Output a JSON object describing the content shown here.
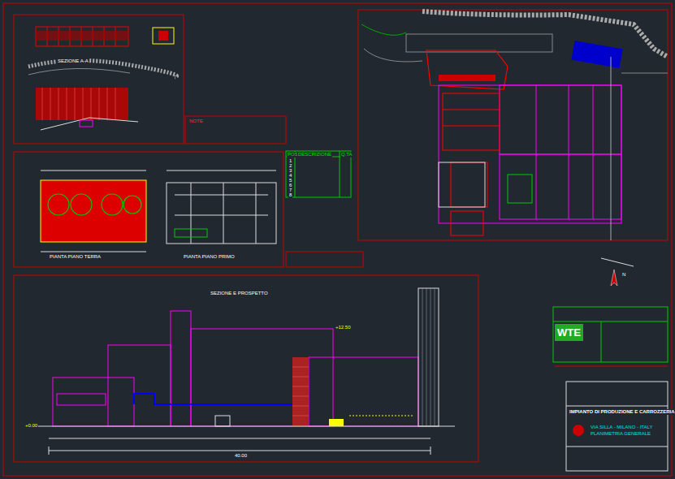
{
  "diagram": {
    "title": "IMPIANTO DI PRODUZIONE E CARROZZERIA",
    "nodes": [
      {
        "text": [
          "WTE"
        ]
      },
      {
        "text": [
          "VIA SILLA - MILANO - ITALY",
          "PLANIMETRIA GENERALE"
        ]
      }
    ],
    "labels": [
      "PIANTA PIANO TERRA",
      "PIANTA PIANO PRIMO",
      "SEZIONE A-A",
      "SEZIONE E PROSPETTO",
      "NOTE",
      "POS.",
      "DESCRIZIONE",
      "Q.TA",
      "1",
      "2",
      "3",
      "4",
      "5",
      "6",
      "7",
      "8",
      "40.00",
      "+0.00",
      "+12.50",
      "N"
    ]
  }
}
